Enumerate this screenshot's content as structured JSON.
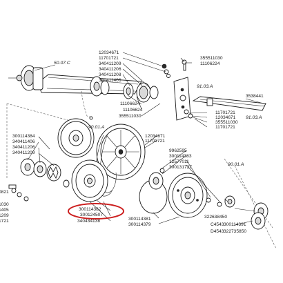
{
  "labels": {
    "l_12034671_top": "12034671",
    "l_11701721_top": "11701721",
    "l_340411209": "340411209",
    "l_340411206_top": "340411206",
    "l_340411208": "340411208",
    "l_340411406_top": "340411406",
    "l_355511030_top": "355511030",
    "l_11106224_top": "11106224",
    "l_3538441": "3538441",
    "l_50_07_C": "50.07.C",
    "l_91_03_A_top": "91.03.A",
    "l_11106624_a": "11106624",
    "l_11106624_b": "11106624",
    "l_355511030_mid": "355511030",
    "l_11701721_r1": "11701721",
    "l_12034671_r": "12034671",
    "l_355511030_r": "355511030",
    "l_11701721_r2": "11701721",
    "l_91_03_A_right": "91.03.A",
    "l_90_01_A_top": "90.01.A",
    "l_300114384_left": "300114384",
    "l_340411406_left": "340411406",
    "l_340411206_left": "340411206",
    "l_340411209_left": "340411209",
    "l_12034671_mid": "12034671",
    "l_11701721_mid": "11701721",
    "l_9962595": "9962595",
    "l_300114383": "300114383",
    "l_12577011": "12577011",
    "l_300131727": "300131727",
    "l_90_01_A_right": "90.01.A",
    "l_0821": "0821",
    "l_1030": "1030",
    "l_1405": "1405",
    "l_1209": "1209",
    "l_1721": "1721",
    "l_300114382": "300114382",
    "l_300124507": "300124507",
    "l_340434138": "340434138",
    "l_300114381": "300114381",
    "l_300114379": "300114379",
    "l_322638450": "322638450",
    "l_c4543": "C4543",
    "l_300114391": "300114391",
    "l_d4543": "D4543",
    "l_322735850": "322735850"
  },
  "highlight_color": "#cc1f1f"
}
